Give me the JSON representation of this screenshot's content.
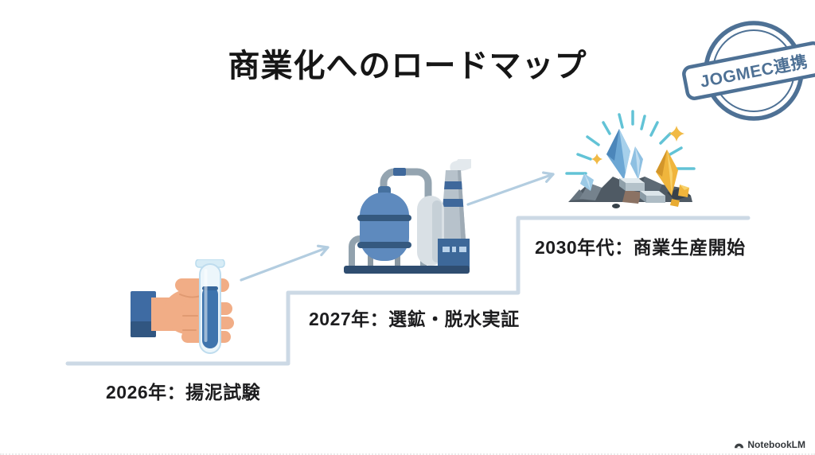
{
  "title": "商業化へのロードマップ",
  "badge": {
    "label": "JOGMEC連携",
    "color": "#4e7195"
  },
  "steps": [
    {
      "id": 1,
      "label": "2026年：揚泥試験",
      "icon": "hand-test-tube-icon"
    },
    {
      "id": 2,
      "label": "2027年：選鉱・脱水実証",
      "icon": "factory-icon"
    },
    {
      "id": 3,
      "label": "2030年代：商業生産開始",
      "icon": "minerals-icon"
    }
  ],
  "watermark": {
    "label": "NotebookLM",
    "icon": "notebooklm-logo-icon"
  },
  "colors": {
    "staircase": "#ccd9e5",
    "arrow": "#b3cde0",
    "badge_blue": "#4e7195",
    "title_text": "#161616",
    "label_text": "#1d1d1f",
    "ray_teal": "#62c3d6",
    "gold": "#f0b53c",
    "tank_blue": "#5e8abe",
    "liquid_blue": "#3e74ad"
  }
}
